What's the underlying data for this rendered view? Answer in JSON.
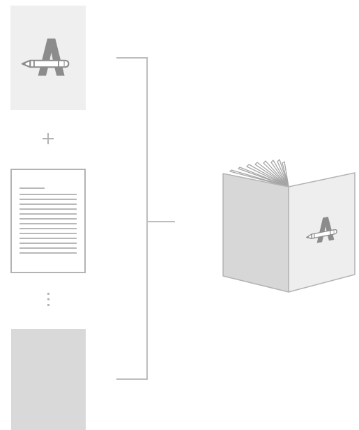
{
  "diagram": {
    "inputs": [
      {
        "kind": "logo-tile",
        "icon": "pencil-a-logo-icon"
      },
      {
        "kind": "document-page",
        "icon": "text-document-icon"
      },
      {
        "kind": "blank-page",
        "icon": "blank-page-icon"
      }
    ],
    "separators": {
      "plus": "plus-icon",
      "ellipsis": "vertical-ellipsis-icon"
    },
    "connector": "bracket-connector",
    "output": {
      "kind": "open-book",
      "icon": "pencil-a-logo-icon"
    },
    "colors": {
      "tile_light": "#efefef",
      "tile_dark": "#d9d9d9",
      "logo_gray": "#8c8c8c",
      "stroke_gray": "#b3b3b3",
      "line_gray": "#bdbdbd",
      "book_left": "#d7d7d7",
      "book_right": "#eeeeee",
      "page_stroke": "#a6a6a6"
    }
  }
}
